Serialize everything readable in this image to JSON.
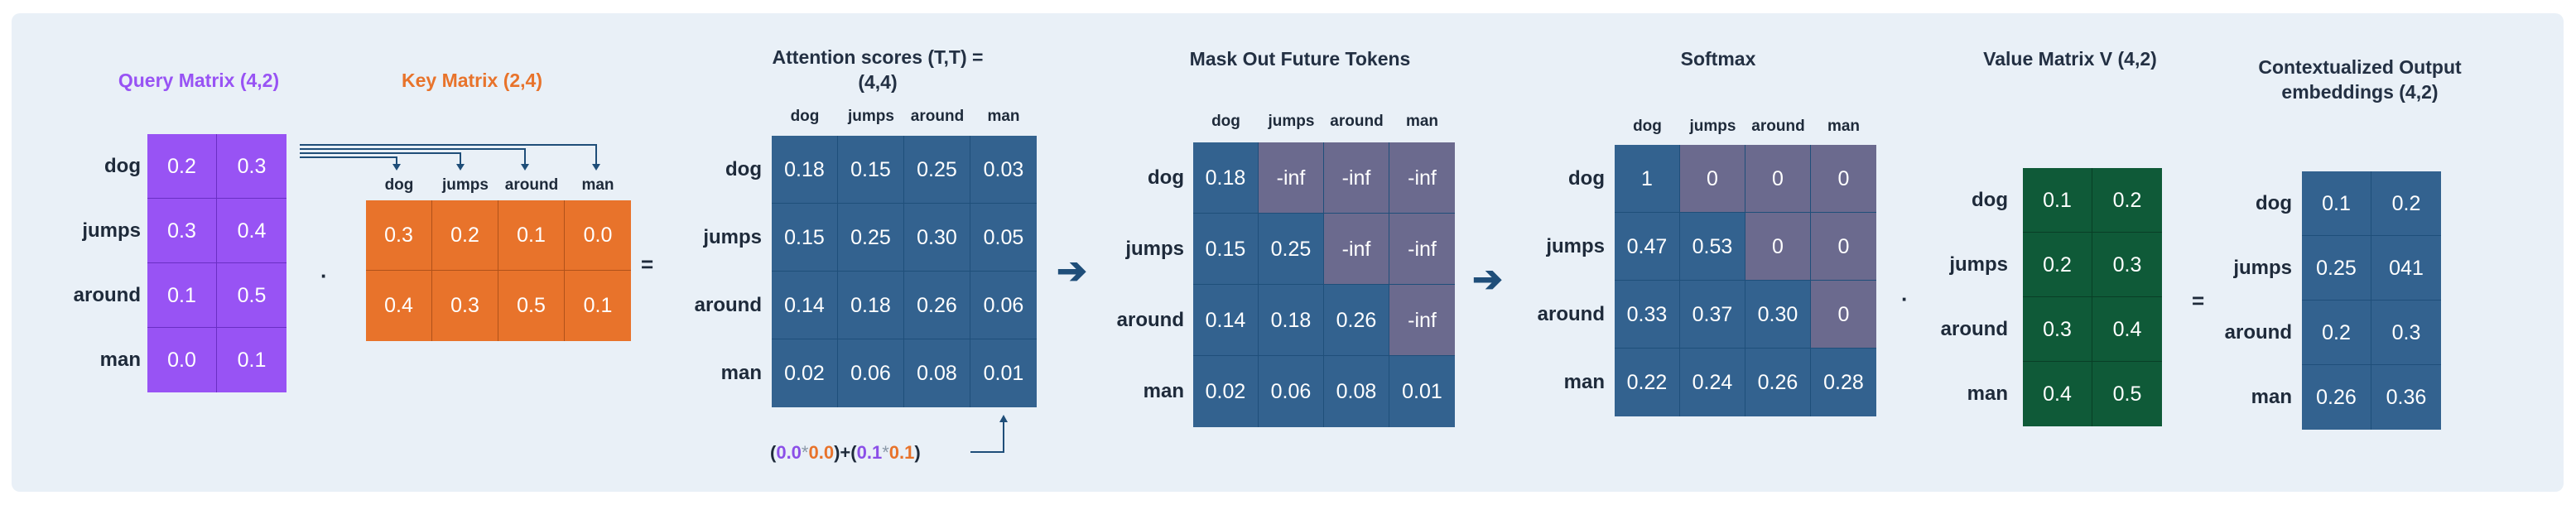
{
  "colors": {
    "background": "#e9f0f7",
    "query": "#9853f4",
    "key": "#e8732b",
    "score": "#33628f",
    "masked": "#6b6a8e",
    "value": "#0f5a38",
    "query_title": "#9853f4",
    "key_title": "#e8732b",
    "arrow": "#1f4e79"
  },
  "tokens": [
    "dog",
    "jumps",
    "around",
    "man"
  ],
  "query": {
    "title": "Query Matrix (4,2)",
    "rows": [
      [
        "0.2",
        "0.3"
      ],
      [
        "0.3",
        "0.4"
      ],
      [
        "0.1",
        "0.5"
      ],
      [
        "0.0",
        "0.1"
      ]
    ]
  },
  "key": {
    "title": "Key Matrix (2,4)",
    "rows": [
      [
        "0.3",
        "0.2",
        "0.1",
        "0.0"
      ],
      [
        "0.4",
        "0.3",
        "0.5",
        "0.1"
      ]
    ]
  },
  "scores": {
    "title_line1": "Attention scores (T,T) =",
    "title_line2": "(4,4)",
    "rows": [
      [
        "0.18",
        "0.15",
        "0.25",
        "0.03"
      ],
      [
        "0.15",
        "0.25",
        "0.30",
        "0.05"
      ],
      [
        "0.14",
        "0.18",
        "0.26",
        "0.06"
      ],
      [
        "0.02",
        "0.06",
        "0.08",
        "0.01"
      ]
    ]
  },
  "masked": {
    "title": "Mask Out Future Tokens",
    "rows": [
      [
        "0.18",
        "-inf",
        "-inf",
        "-inf"
      ],
      [
        "0.15",
        "0.25",
        "-inf",
        "-inf"
      ],
      [
        "0.14",
        "0.18",
        "0.26",
        "-inf"
      ],
      [
        "0.02",
        "0.06",
        "0.08",
        "0.01"
      ]
    ]
  },
  "softmax": {
    "title": "Softmax",
    "rows": [
      [
        "1",
        "0",
        "0",
        "0"
      ],
      [
        "0.47",
        "0.53",
        "0",
        "0"
      ],
      [
        "0.33",
        "0.37",
        "0.30",
        "0"
      ],
      [
        "0.22",
        "0.24",
        "0.26",
        "0.28"
      ]
    ]
  },
  "value": {
    "title": "Value Matrix V (4,2)",
    "rows": [
      [
        "0.1",
        "0.2"
      ],
      [
        "0.2",
        "0.3"
      ],
      [
        "0.3",
        "0.4"
      ],
      [
        "0.4",
        "0.5"
      ]
    ]
  },
  "output": {
    "title_line1": "Contextualized Output",
    "title_line2": "embeddings (4,2)",
    "rows": [
      [
        "0.1",
        "0.2"
      ],
      [
        "0.25",
        "041"
      ],
      [
        "0.2",
        "0.3"
      ],
      [
        "0.26",
        "0.36"
      ]
    ]
  },
  "operators": {
    "dot": "·",
    "equals": "=",
    "arrow": "➔"
  },
  "formula": {
    "open1": "(",
    "a1": "0.0",
    "times1": "*",
    "b1": "0.0",
    "close1": ")",
    "plus": "+",
    "open2": "(",
    "a2": "0.1",
    "times2": "*",
    "b2": "0.1",
    "close2": ")"
  }
}
